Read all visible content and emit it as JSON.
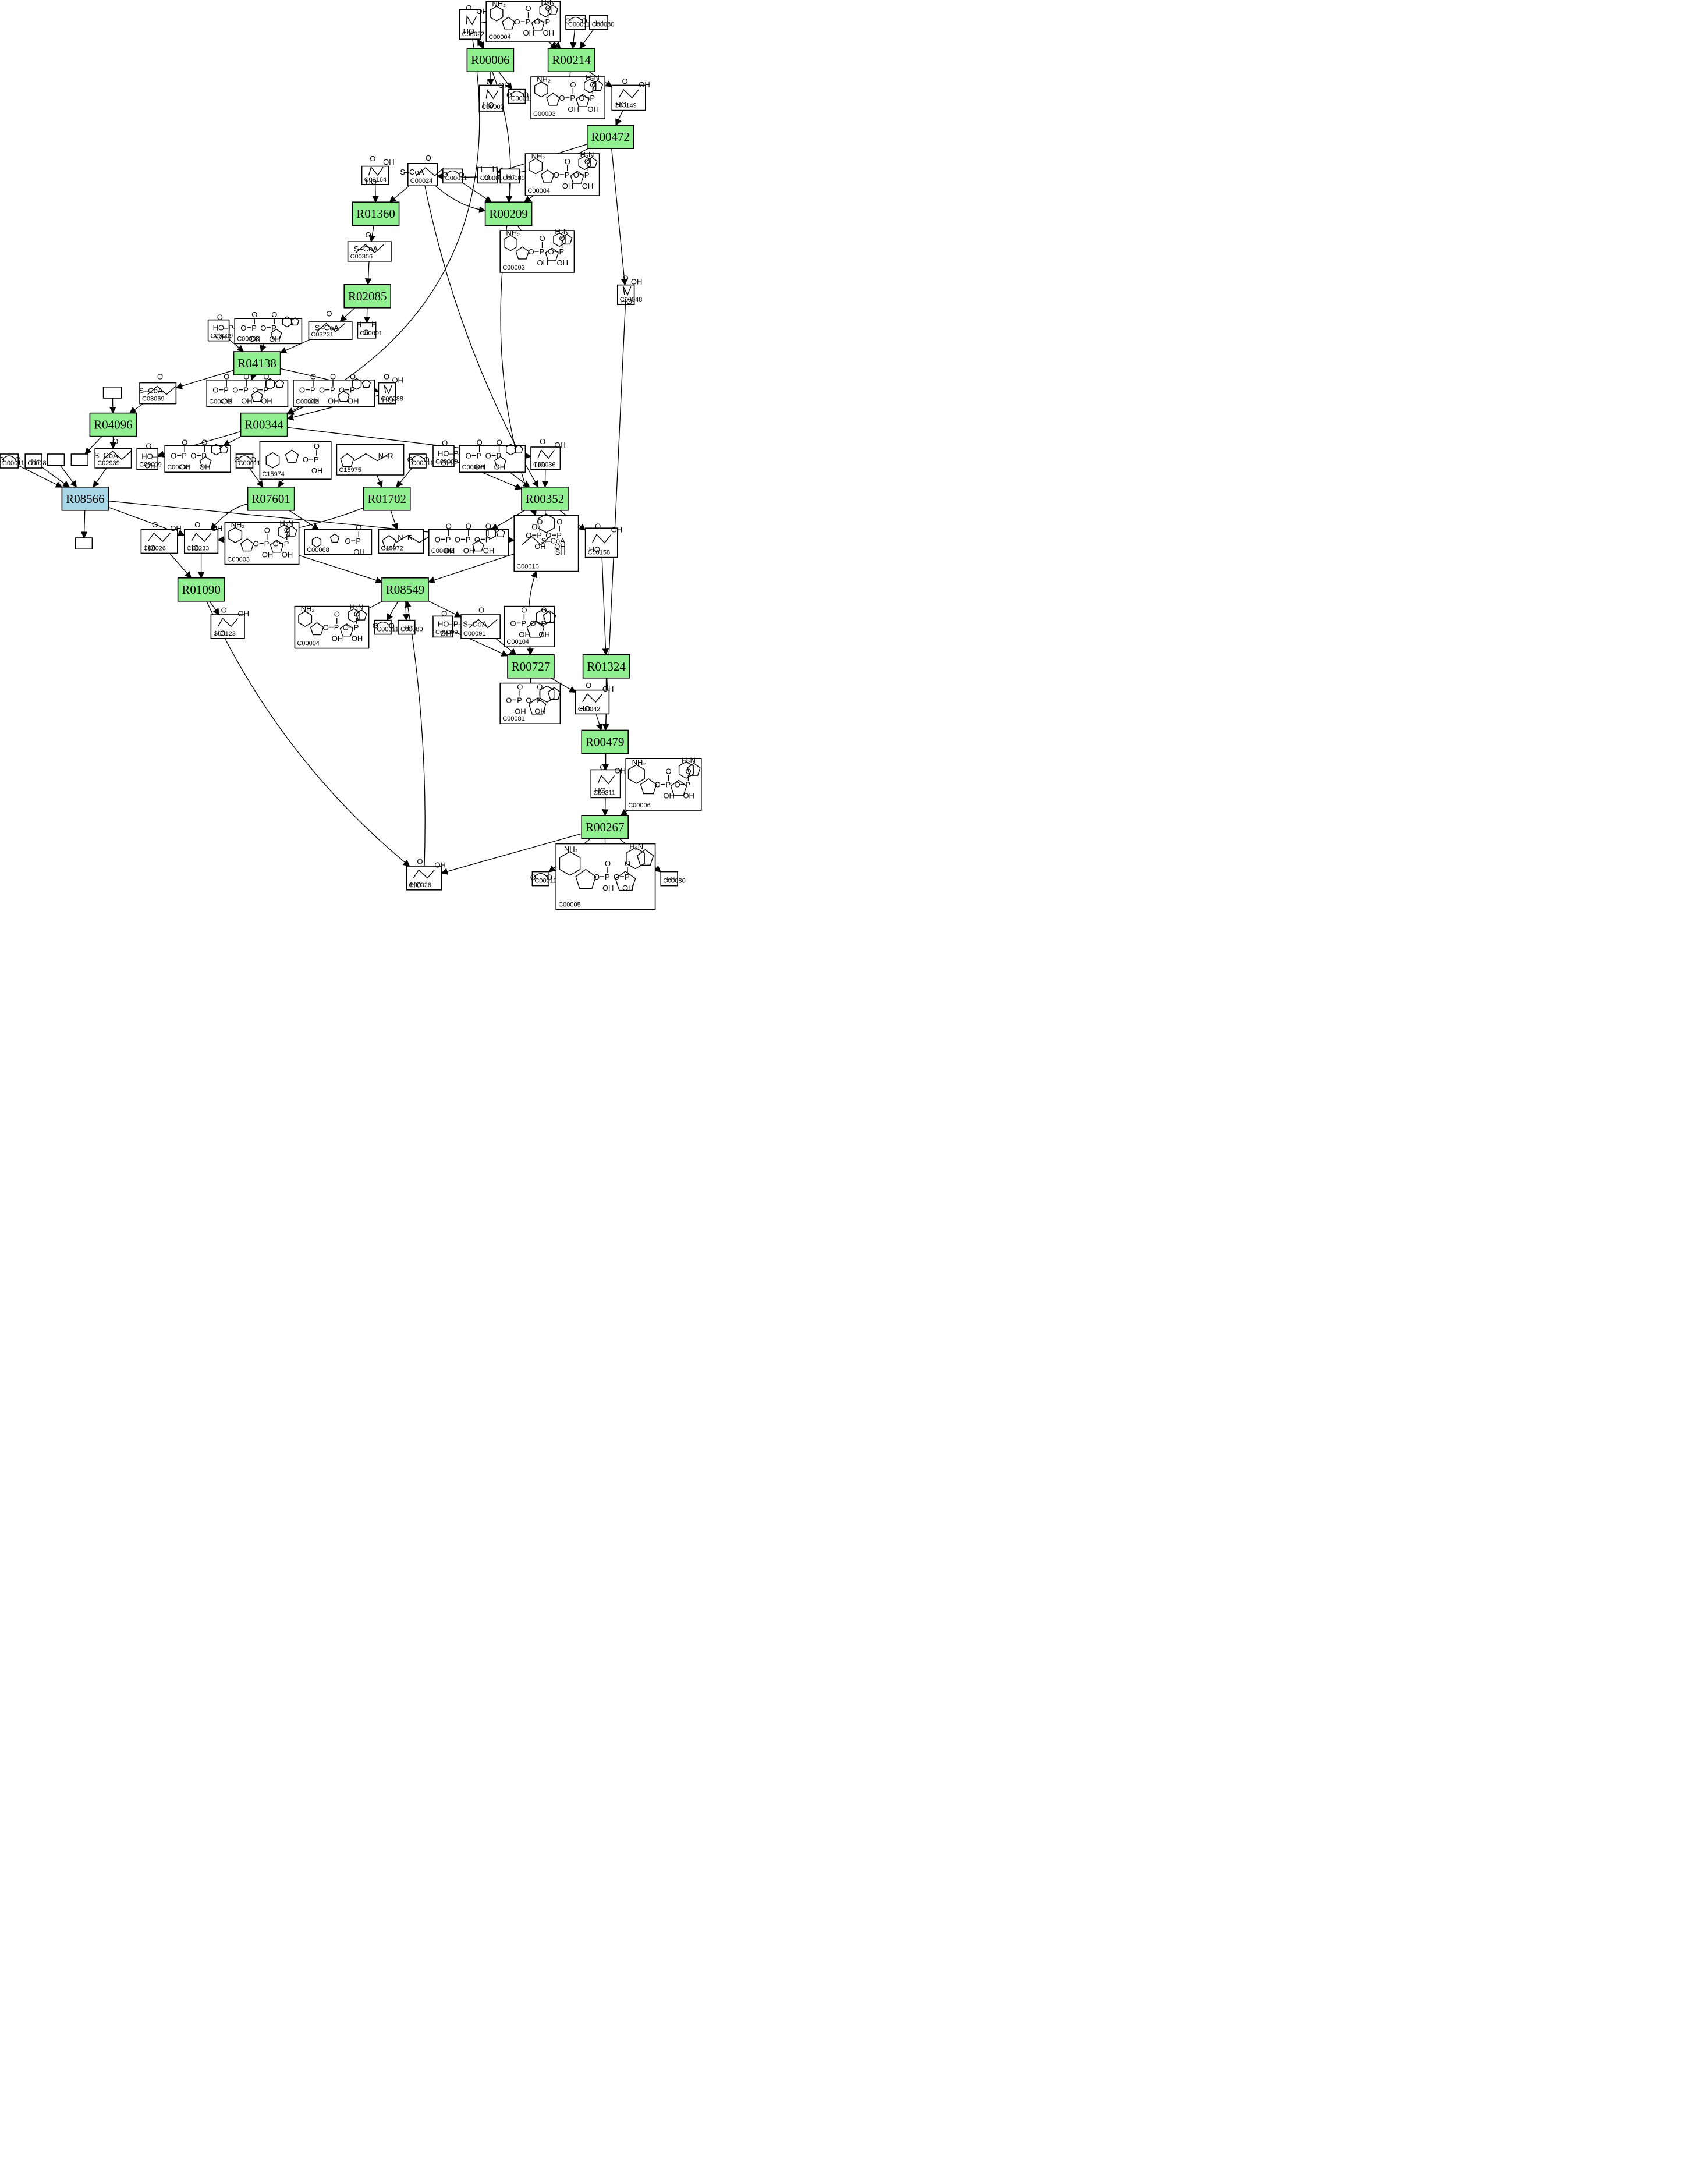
{
  "colors": {
    "reaction_fill": "#90f090",
    "reaction_highlight_fill": "#a8d8e8",
    "box_stroke": "#000000",
    "background": "#ffffff"
  },
  "reactions": [
    {
      "id": "R00006",
      "label": "R00006"
    },
    {
      "id": "R00214",
      "label": "R00214"
    },
    {
      "id": "R00472",
      "label": "R00472"
    },
    {
      "id": "R01360",
      "label": "R01360"
    },
    {
      "id": "R00209",
      "label": "R00209"
    },
    {
      "id": "R02085",
      "label": "R02085"
    },
    {
      "id": "R04138",
      "label": "R04138"
    },
    {
      "id": "R04096",
      "label": "R04096"
    },
    {
      "id": "R00344",
      "label": "R00344"
    },
    {
      "id": "R08566",
      "label": "R08566",
      "highlight": true
    },
    {
      "id": "R07601",
      "label": "R07601"
    },
    {
      "id": "R01702",
      "label": "R01702"
    },
    {
      "id": "R00352",
      "label": "R00352"
    },
    {
      "id": "R01090",
      "label": "R01090"
    },
    {
      "id": "R08549",
      "label": "R08549"
    },
    {
      "id": "R00727",
      "label": "R00727"
    },
    {
      "id": "R01324",
      "label": "R01324"
    },
    {
      "id": "R00479",
      "label": "R00479"
    },
    {
      "id": "R00267",
      "label": "R00267"
    }
  ],
  "compounds": [
    {
      "key": "c00022a",
      "label": "C00022"
    },
    {
      "key": "c00004a",
      "label": "C00004"
    },
    {
      "key": "c00011a",
      "label": "C00011"
    },
    {
      "key": "c00080a",
      "label": "C00080",
      "text": "H⁺"
    },
    {
      "key": "c00900",
      "label": "C00900"
    },
    {
      "key": "c00011b",
      "label": "C00011"
    },
    {
      "key": "c00003a",
      "label": "C00003"
    },
    {
      "key": "c00149",
      "label": "C00149"
    },
    {
      "key": "c00164",
      "label": "C00164"
    },
    {
      "key": "c00024",
      "label": "C00024"
    },
    {
      "key": "c00011c",
      "label": "C00011"
    },
    {
      "key": "c00080b",
      "label": "C00080",
      "text": "H⁺"
    },
    {
      "key": "c00004b",
      "label": "C00004"
    },
    {
      "key": "c00001a",
      "label": "C00001"
    },
    {
      "key": "c00356",
      "label": "C00356"
    },
    {
      "key": "c00003b",
      "label": "C00003"
    },
    {
      "key": "c00048",
      "label": "C00048"
    },
    {
      "key": "c00009a",
      "label": "C00009"
    },
    {
      "key": "c00008a",
      "label": "C00008"
    },
    {
      "key": "c03231",
      "label": "C03231"
    },
    {
      "key": "c00001b",
      "label": "C00001"
    },
    {
      "key": "blank1",
      "label": ""
    },
    {
      "key": "c03069",
      "label": "C03069"
    },
    {
      "key": "c00002a",
      "label": "C00002"
    },
    {
      "key": "c00002b",
      "label": "C00002"
    },
    {
      "key": "c00288",
      "label": "C00288"
    },
    {
      "key": "c00011d",
      "label": "C00011"
    },
    {
      "key": "c00080c",
      "label": "C00080",
      "text": "H⁺"
    },
    {
      "key": "blank2",
      "label": ""
    },
    {
      "key": "blank3",
      "label": ""
    },
    {
      "key": "c02939",
      "label": "C02939"
    },
    {
      "key": "c00009b",
      "label": "C00009"
    },
    {
      "key": "c00008b",
      "label": "C00008"
    },
    {
      "key": "c00011e",
      "label": "C00011"
    },
    {
      "key": "c15974",
      "label": "C15974"
    },
    {
      "key": "c15975",
      "label": "C15975"
    },
    {
      "key": "c00011f",
      "label": "C00011"
    },
    {
      "key": "c00009c",
      "label": "C00009"
    },
    {
      "key": "c00008c",
      "label": "C00008"
    },
    {
      "key": "c00036",
      "label": "C00036"
    },
    {
      "key": "blank4",
      "label": ""
    },
    {
      "key": "c00026a",
      "label": "C00026"
    },
    {
      "key": "c00233",
      "label": "C00233"
    },
    {
      "key": "c00003c",
      "label": "C00003"
    },
    {
      "key": "c00068",
      "label": "C00068"
    },
    {
      "key": "c15972",
      "label": "C15972"
    },
    {
      "key": "c00002c",
      "label": "C00002"
    },
    {
      "key": "c00010",
      "label": "C00010"
    },
    {
      "key": "c00158",
      "label": "C00158"
    },
    {
      "key": "c00123",
      "label": "C00123"
    },
    {
      "key": "c00004c",
      "label": "C00004"
    },
    {
      "key": "c00011g",
      "label": "C00011"
    },
    {
      "key": "c00080d",
      "label": "C00080",
      "text": "H⁺"
    },
    {
      "key": "c00009d",
      "label": "C00009"
    },
    {
      "key": "c00091",
      "label": "C00091"
    },
    {
      "key": "c00104",
      "label": "C00104"
    },
    {
      "key": "c00081",
      "label": "C00081"
    },
    {
      "key": "c00042",
      "label": "C00042"
    },
    {
      "key": "c00311",
      "label": "C00311"
    },
    {
      "key": "c00006",
      "label": "C00006"
    },
    {
      "key": "c00026b",
      "label": "C00026"
    },
    {
      "key": "c00011h",
      "label": "C00011"
    },
    {
      "key": "c00005",
      "label": "C00005"
    },
    {
      "key": "c00080e",
      "label": "C00080",
      "text": "H⁺"
    }
  ]
}
